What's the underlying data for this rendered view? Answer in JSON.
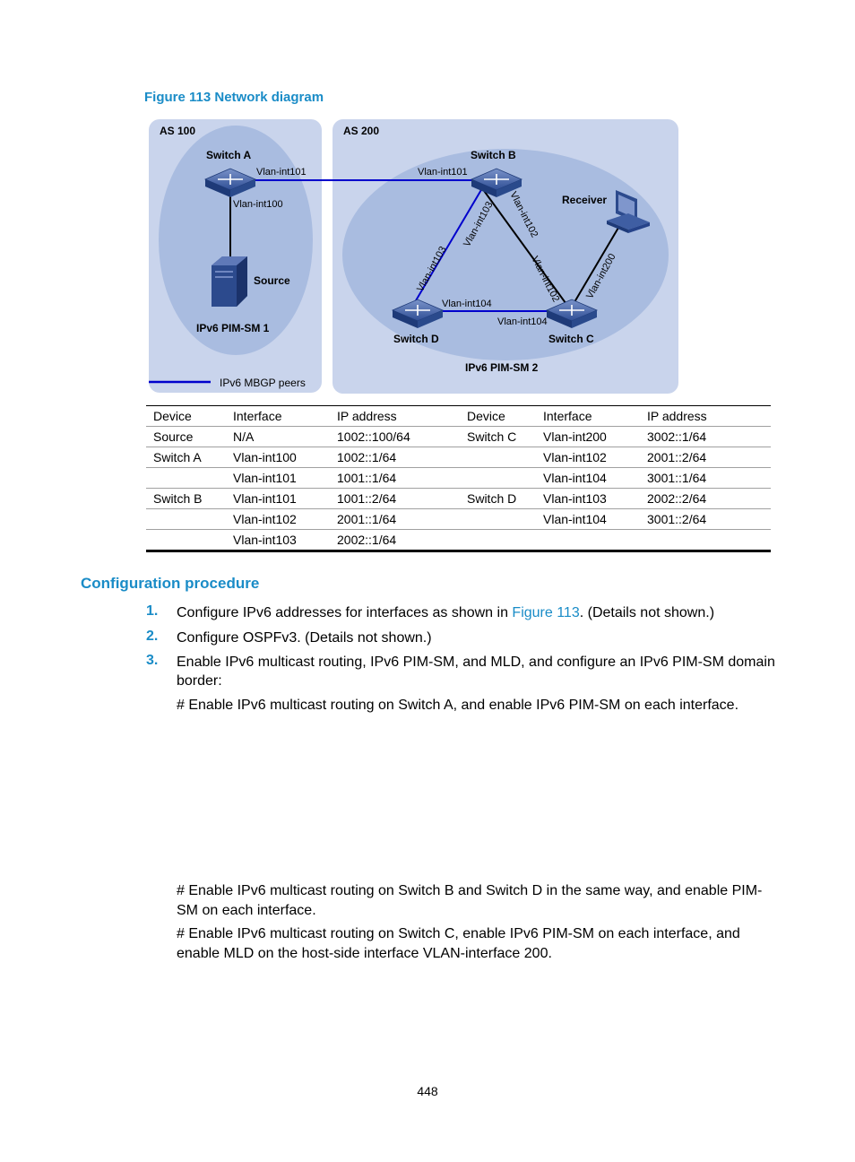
{
  "figure_caption": "Figure 113 Network diagram",
  "diagram": {
    "as100_label": "AS 100",
    "as200_label": "AS 200",
    "domain1_label": "IPv6 PIM-SM 1",
    "domain2_label": "IPv6 PIM-SM 2",
    "switch_a": "Switch A",
    "switch_b": "Switch B",
    "switch_c": "Switch C",
    "switch_d": "Switch D",
    "source": "Source",
    "receiver": "Receiver",
    "if_a101": "Vlan-int101",
    "if_a100": "Vlan-int100",
    "if_b101": "Vlan-int101",
    "if_b103": "Vlan-int103",
    "if_b102": "Vlan-int102",
    "if_d103": "Vlan-int103",
    "if_d104": "Vlan-int104",
    "if_c104": "Vlan-int104",
    "if_c102": "Vlan-int102",
    "if_c200": "Vlan-int200",
    "legend_label": "IPv6 MBGP peers",
    "legend_color": "#0000cc"
  },
  "table": {
    "headers": [
      "Device",
      "Interface",
      "IP address",
      "Device",
      "Interface",
      "IP address"
    ],
    "rows": [
      [
        "Source",
        "N/A",
        "1002::100/64",
        "Switch C",
        "Vlan-int200",
        "3002::1/64"
      ],
      [
        "Switch A",
        "Vlan-int100",
        "1002::1/64",
        "",
        "Vlan-int102",
        "2001::2/64"
      ],
      [
        "",
        "Vlan-int101",
        "1001::1/64",
        "",
        "Vlan-int104",
        "3001::1/64"
      ],
      [
        "Switch B",
        "Vlan-int101",
        "1001::2/64",
        "Switch D",
        "Vlan-int103",
        "2002::2/64"
      ],
      [
        "",
        "Vlan-int102",
        "2001::1/64",
        "",
        "Vlan-int104",
        "3001::2/64"
      ],
      [
        "",
        "Vlan-int103",
        "2002::1/64",
        "",
        "",
        ""
      ]
    ]
  },
  "section_title": "Configuration procedure",
  "steps": [
    {
      "num": "1.",
      "pre": "Configure IPv6 addresses for interfaces as shown in ",
      "link": "Figure 113",
      "post": ". (Details not shown.)"
    },
    {
      "num": "2.",
      "text": "Configure OSPFv3. (Details not shown.)"
    },
    {
      "num": "3.",
      "text": "Enable IPv6 multicast routing, IPv6 PIM-SM, and MLD, and configure an IPv6 PIM-SM domain border:"
    }
  ],
  "paragraphs": [
    "# Enable IPv6 multicast routing on Switch A, and enable IPv6 PIM-SM on each interface.",
    "# Enable IPv6 multicast routing on Switch B and Switch D in the same way, and enable PIM-SM on each interface.",
    "# Enable IPv6 multicast routing on Switch C, enable IPv6 PIM-SM on each interface, and enable MLD on the host-side interface VLAN-interface 200."
  ],
  "page_number": "448",
  "colors": {
    "heading": "#1a8cc7",
    "as_region": "#c9d4ec",
    "domain_region": "#a9bce0"
  }
}
